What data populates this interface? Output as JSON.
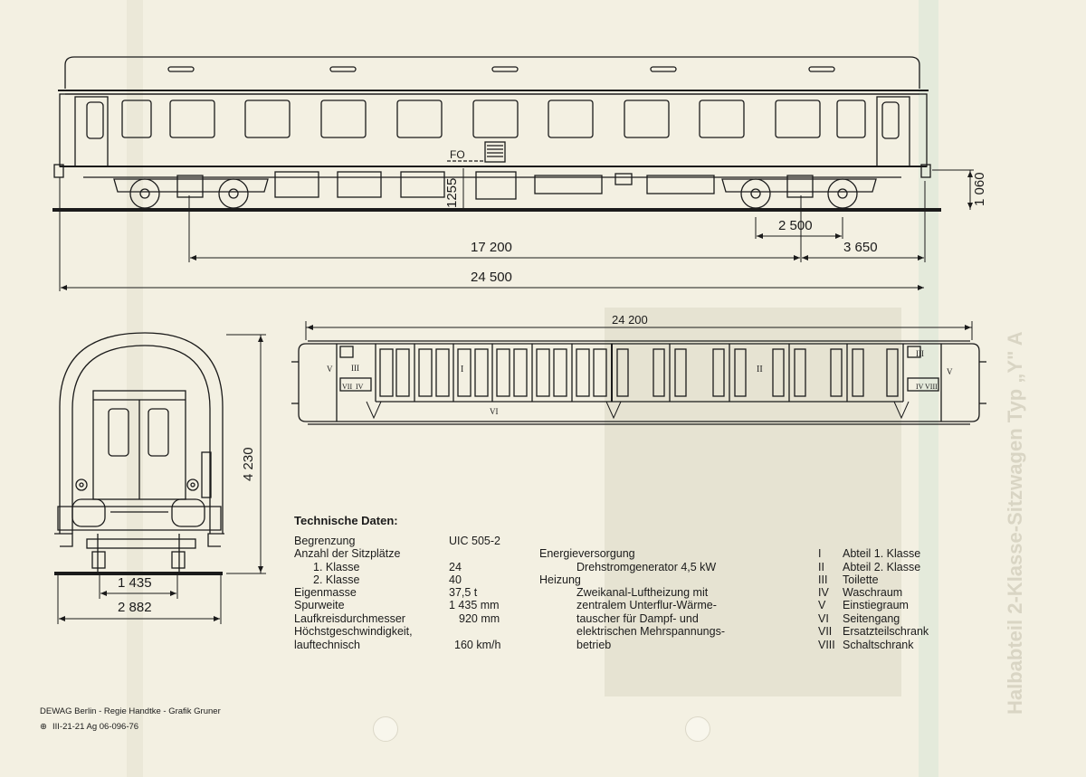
{
  "dimensions": {
    "side_length": "24 500",
    "bogie_centers": "17 200",
    "overhang": "3 650",
    "wheelbase": "2 500",
    "side_height": "1255",
    "buffer_height": "1 060",
    "fo_label": "FO",
    "plan_length": "24 200",
    "end_height": "4 230",
    "track_gauge": "1 435",
    "end_width": "2 882"
  },
  "plan_labels": [
    "I",
    "II",
    "III",
    "IV",
    "V",
    "VI",
    "VII",
    "VIII"
  ],
  "specs": {
    "title": "Technische Daten:",
    "rows": [
      {
        "label": "Begrenzung",
        "value": "UIC 505-2"
      },
      {
        "label": "Anzahl der Sitzplätze",
        "value": ""
      },
      {
        "label": "1. Klasse",
        "value": "24"
      },
      {
        "label": "2. Klasse",
        "value": "40"
      },
      {
        "label": "Eigenmasse",
        "value": "37,5 t"
      },
      {
        "label": "Spurweite",
        "value": "1 435 mm"
      },
      {
        "label": "Laufkreisdurchmesser",
        "value": "920 mm"
      },
      {
        "label": "Höchstgeschwindigkeit,",
        "value": ""
      },
      {
        "label": "lauftechnisch",
        "value": "160 km/h"
      }
    ]
  },
  "energy": {
    "lines": [
      "Energieversorgung",
      "Drehstromgenerator 4,5 kW",
      "Heizung",
      "Zweikanal-Luftheizung mit",
      "zentralem Unterflur-Wärme-",
      "tauscher für Dampf- und",
      "elektrischen Mehrspannungs-",
      "betrieb"
    ]
  },
  "legend": [
    {
      "num": "I",
      "text": "Abteil 1. Klasse"
    },
    {
      "num": "II",
      "text": "Abteil 2. Klasse"
    },
    {
      "num": "III",
      "text": "Toilette"
    },
    {
      "num": "IV",
      "text": "Waschraum"
    },
    {
      "num": "V",
      "text": "Einstiegraum"
    },
    {
      "num": "VI",
      "text": "Seitengang"
    },
    {
      "num": "VII",
      "text": "Ersatzteilschrank"
    },
    {
      "num": "VIII",
      "text": "Schaltschrank"
    }
  ],
  "footer": {
    "credit": "DEWAG Berlin - Regie Handtke - Grafik Gruner",
    "code": "III-21-21 Ag 06-096-76"
  },
  "mirror_text": "Halbabteil 2-Klasse-Sitzwagen Typ „Y\" A"
}
